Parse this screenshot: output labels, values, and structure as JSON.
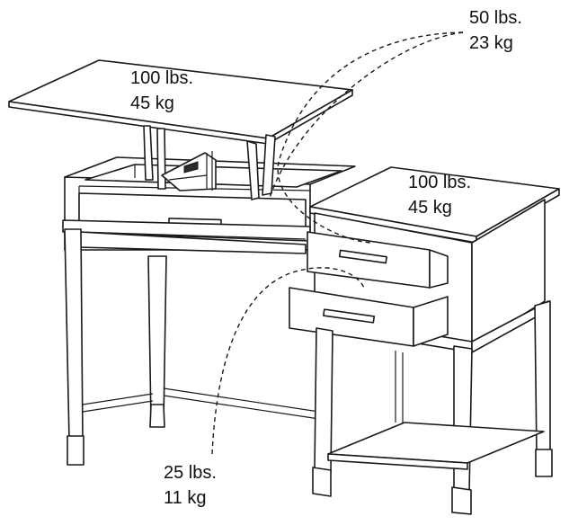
{
  "labels": {
    "lift_top": {
      "lbs": "100 lbs.",
      "kg": "45 kg"
    },
    "side_top": {
      "lbs": "100 lbs.",
      "kg": "45 kg"
    },
    "drawers": {
      "lbs": "50 lbs.",
      "kg": "23 kg"
    },
    "shelf": {
      "lbs": "25 lbs.",
      "kg": "11 kg"
    }
  },
  "colors": {
    "line": "#1a1a1a",
    "background": "#ffffff"
  }
}
